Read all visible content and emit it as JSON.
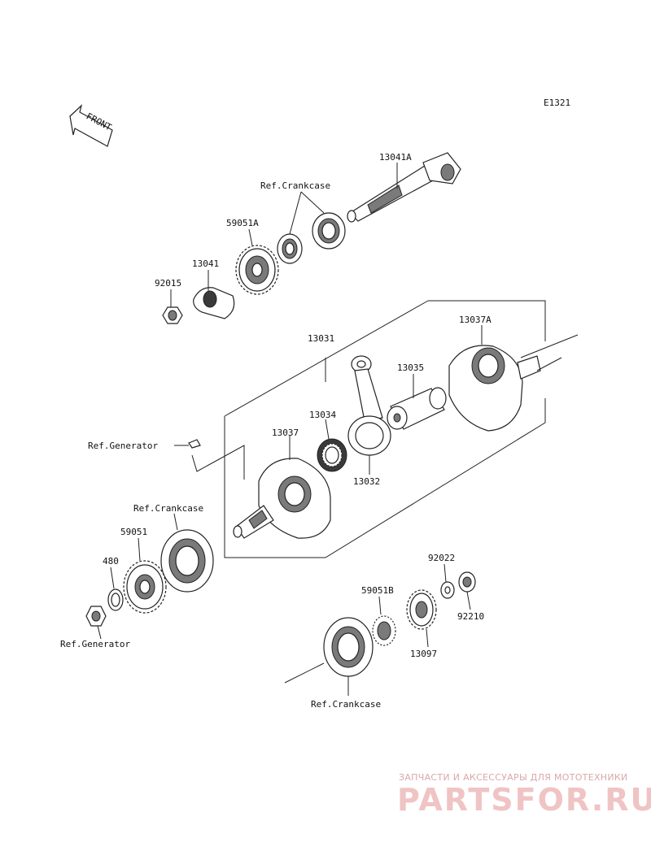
{
  "diagram_code": "E1321",
  "front_label": "FRONT",
  "labels": {
    "p13041A": "13041A",
    "refCrankcase1": "Ref.Crankcase",
    "p59051A": "59051A",
    "p13041": "13041",
    "p92015": "92015",
    "p13037A": "13037A",
    "p13031": "13031",
    "p13035": "13035",
    "p13034": "13034",
    "p13037": "13037",
    "p13032": "13032",
    "refGenerator1": "Ref.Generator",
    "refCrankcase2": "Ref.Crankcase",
    "p59051": "59051",
    "p480": "480",
    "refGenerator2": "Ref.Generator",
    "p92022": "92022",
    "p59051B": "59051B",
    "p92210": "92210",
    "p13097": "13097",
    "refCrankcase3": "Ref.Crankcase"
  },
  "watermark": {
    "tagline": "ЗАПЧАСТИ И АКСЕССУАРЫ ДЛЯ МОТОТЕХНИКИ",
    "brand": "PARTSFOR.RU"
  }
}
